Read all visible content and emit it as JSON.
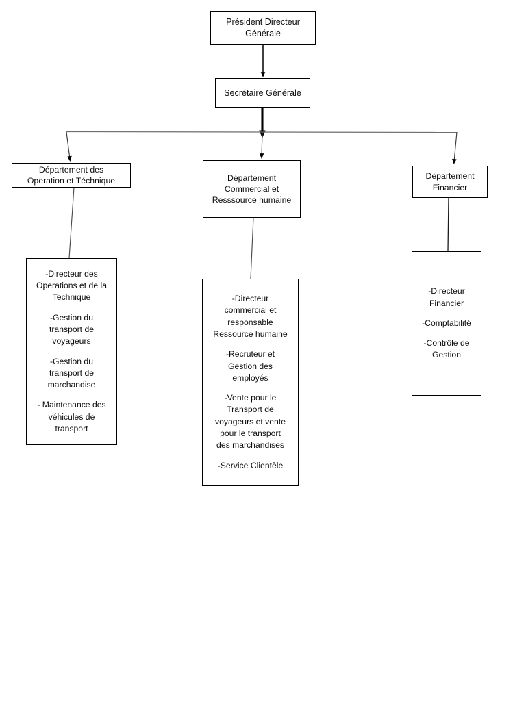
{
  "diagram": {
    "type": "organizational-chart",
    "language": "fr",
    "background_color": "#ffffff",
    "line_color": "#000000",
    "light_line_color": "#7a7a7a",
    "text_color": "#0d0d0d"
  },
  "nodes": {
    "pdg": {
      "id": "president-directeur-generale",
      "level": 1,
      "lines": [
        "Président Directeur",
        "Générale"
      ]
    },
    "secretaire": {
      "id": "secretaire-generale",
      "level": 2,
      "lines": [
        "Secrétaire Générale"
      ]
    },
    "dept_operations": {
      "id": "departement-operation-technique",
      "level": 3,
      "lines": [
        "Département des",
        "Operation et Téchnique"
      ]
    },
    "dept_commercial": {
      "id": "departement-commercial-ressource-humaine",
      "level": 3,
      "lines": [
        "Département",
        "Commercial et",
        "Resssource humaine"
      ]
    },
    "dept_financier": {
      "id": "departement-financier",
      "level": 3,
      "lines": [
        "Département",
        "Financier"
      ]
    },
    "detail_operations": {
      "id": "detail-operations-technique",
      "level": 4,
      "groups": [
        {
          "lines": [
            "-Directeur des",
            "Operations et de la",
            "Technique"
          ]
        },
        {
          "lines": [
            "-Gestion du",
            "transport de",
            "voyageurs"
          ]
        },
        {
          "lines": [
            "-Gestion du",
            "transport de",
            "marchandise"
          ]
        },
        {
          "lines": [
            "- Maintenance des",
            "véhicules de",
            "transport"
          ]
        }
      ]
    },
    "detail_commercial": {
      "id": "detail-commercial-ressource-humaine",
      "level": 4,
      "groups": [
        {
          "lines": [
            "-Directeur",
            "commercial et",
            "responsable",
            "Ressource humaine"
          ]
        },
        {
          "lines": [
            "-Recruteur et",
            "Gestion des",
            "employés"
          ]
        },
        {
          "lines": [
            "-Vente pour le",
            "Transport de",
            "voyageurs et vente",
            "pour le transport",
            "des marchandises"
          ]
        },
        {
          "lines": [
            "-Service Clientèle"
          ]
        }
      ]
    },
    "detail_financier": {
      "id": "detail-financier",
      "level": 4,
      "groups": [
        {
          "lines": [
            "-Directeur",
            "Financier"
          ]
        },
        {
          "lines": [
            "-Comptabilité"
          ]
        },
        {
          "lines": [
            "-Contrôle de",
            "Gestion"
          ]
        }
      ]
    }
  },
  "connectors": [
    {
      "name": "pdg-to-secretaire",
      "from": "pdg",
      "to": "secretaire",
      "style": "arrow",
      "weight": "thin"
    },
    {
      "name": "secretaire-to-bus",
      "from": "secretaire",
      "to": "distribution-bus",
      "style": "arrow",
      "weight": "bold"
    },
    {
      "name": "bus-to-dept-operations",
      "from": "distribution-bus",
      "to": "dept_operations",
      "style": "arrow",
      "weight": "thin"
    },
    {
      "name": "bus-to-dept-commercial",
      "from": "distribution-bus",
      "to": "dept_commercial",
      "style": "arrow",
      "weight": "thin"
    },
    {
      "name": "bus-to-dept-financier",
      "from": "distribution-bus",
      "to": "dept_financier",
      "style": "arrow",
      "weight": "thin"
    },
    {
      "name": "dept-operations-to-detail",
      "from": "dept_operations",
      "to": "detail_operations",
      "style": "plain",
      "weight": "thin"
    },
    {
      "name": "dept-commercial-to-detail",
      "from": "dept_commercial",
      "to": "detail_commercial",
      "style": "plain",
      "weight": "thin"
    },
    {
      "name": "dept-financier-to-detail",
      "from": "dept_financier",
      "to": "detail_financier",
      "style": "plain",
      "weight": "thin"
    }
  ]
}
